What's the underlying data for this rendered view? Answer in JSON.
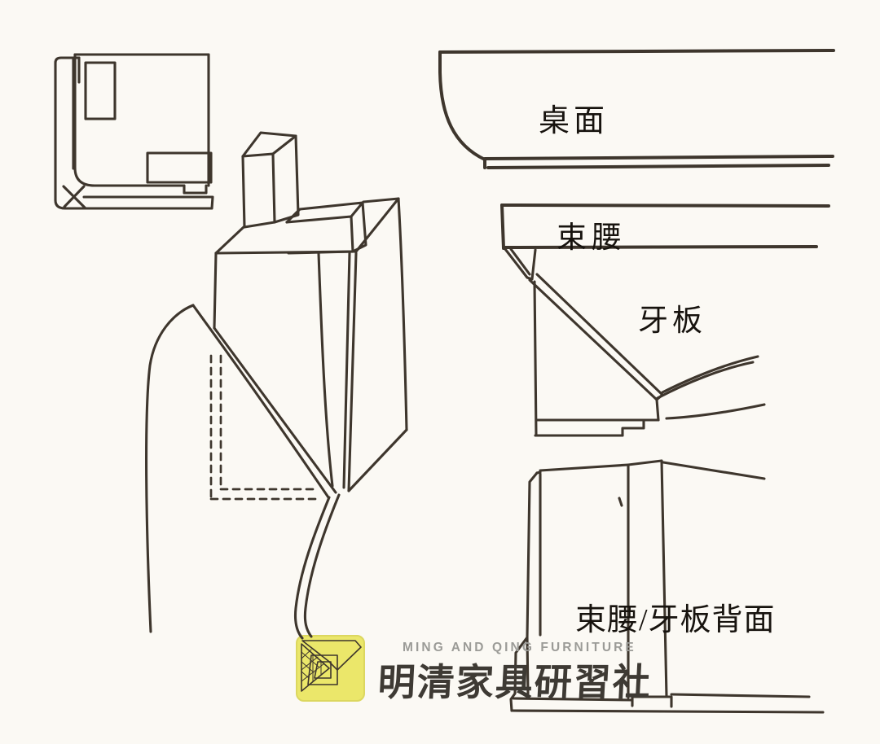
{
  "page": {
    "background_color": "#fbf9f4",
    "ink_color": "#3e362d",
    "label_color": "#17130e"
  },
  "labels": {
    "tabletop": "桌面",
    "waist": "束腰",
    "apron": "牙板",
    "waist_apron_back": "束腰/牙板背面"
  },
  "watermark": {
    "title_en": "MING AND QING FURNITURE",
    "title_zh": "明清家具研習社",
    "icon": "miter-joint-logo-icon",
    "icon_color": "#ebe76a",
    "title_en_color": "#9b9b97",
    "title_zh_color": "#3e3a34"
  }
}
